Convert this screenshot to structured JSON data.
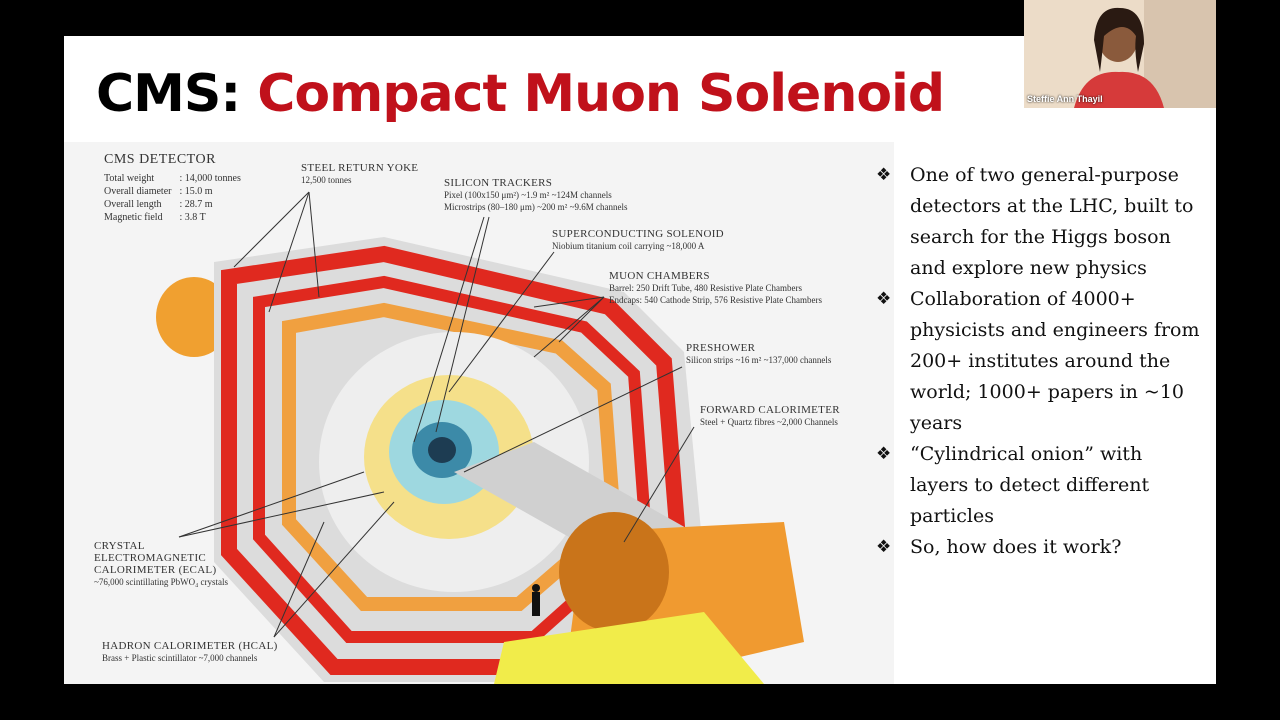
{
  "title": {
    "part1": "CMS:",
    "part2": "Compact Muon Solenoid"
  },
  "spec": {
    "heading": "CMS DETECTOR",
    "rows": [
      {
        "k": "Total weight",
        "v": ": 14,000 tonnes"
      },
      {
        "k": "Overall diameter",
        "v": ": 15.0 m"
      },
      {
        "k": "Overall length",
        "v": ": 28.7 m"
      },
      {
        "k": "Magnetic field",
        "v": ": 3.8 T"
      }
    ]
  },
  "labels": {
    "yoke": {
      "h": "STEEL RETURN YOKE",
      "s": "12,500 tonnes"
    },
    "trackers": {
      "h": "SILICON TRACKERS",
      "s1": "Pixel (100x150 μm²) ~1.9 m² ~124M channels",
      "s2": "Microstrips (80–180 μm) ~200 m² ~9.6M channels"
    },
    "solenoid": {
      "h": "SUPERCONDUCTING SOLENOID",
      "s": "Niobium titanium coil carrying ~18,000 A"
    },
    "muon": {
      "h": "MUON CHAMBERS",
      "s1": "Barrel: 250 Drift Tube, 480 Resistive Plate Chambers",
      "s2": "Endcaps: 540 Cathode Strip, 576 Resistive Plate Chambers"
    },
    "preshower": {
      "h": "PRESHOWER",
      "s": "Silicon strips ~16 m² ~137,000 channels"
    },
    "forward": {
      "h": "FORWARD CALORIMETER",
      "s": "Steel + Quartz fibres ~2,000 Channels"
    },
    "ecal": {
      "h1": "CRYSTAL",
      "h2": "ELECTROMAGNETIC",
      "h3": "CALORIMETER (ECAL)",
      "s": "~76,000 scintillating PbWO₄ crystals"
    },
    "hcal": {
      "h": "HADRON CALORIMETER (HCAL)",
      "s": "Brass + Plastic scintillator ~7,000 channels"
    }
  },
  "bullets": [
    {
      "mark": "❖",
      "text": "One of two general-purpose detectors at the LHC, built to search for the Higgs boson and explore new physics"
    },
    {
      "mark": "❖",
      "text": "Collaboration of 4000+ physicists and engineers from 200+ institutes around the world; 1000+ papers in ~10 years"
    },
    {
      "mark": "❖",
      "text": "“Cylindrical onion” with layers to detect different particles"
    },
    {
      "mark": "❖",
      "text": "So, how does it work?"
    }
  ],
  "webcam": {
    "name": "Steffie Ann Thayil"
  },
  "colors": {
    "accent": "#c0111b",
    "yoke": "#e0291f",
    "hcal": "#f0a040",
    "ecal": "#f5e08a"
  }
}
